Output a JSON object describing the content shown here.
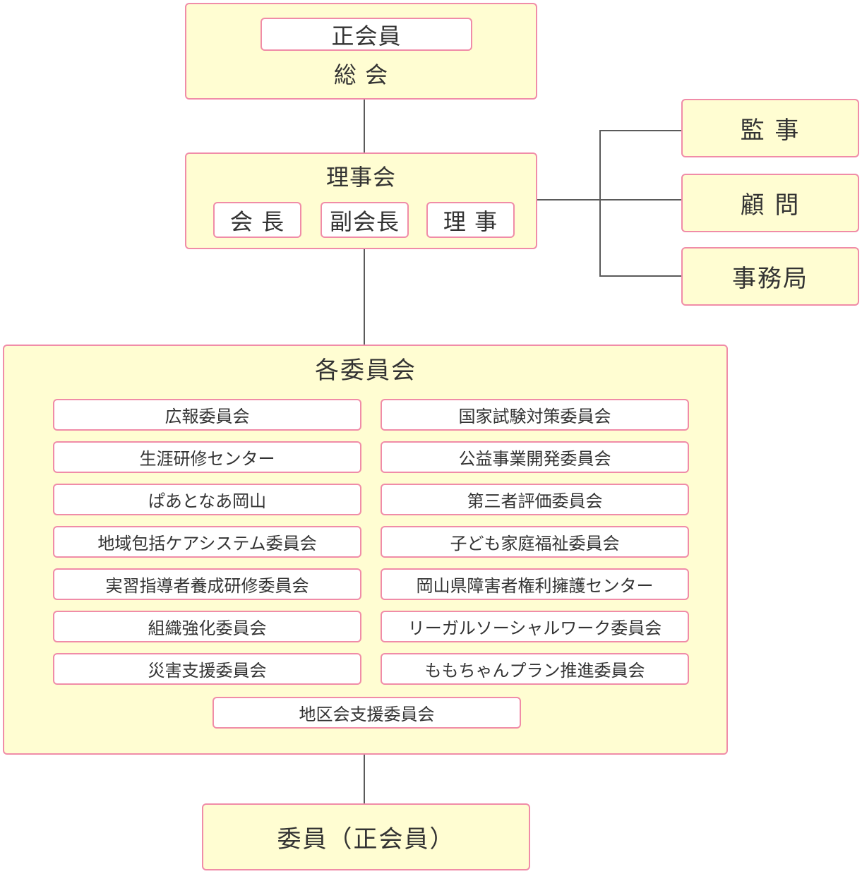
{
  "general_assembly": {
    "member_label": "正会員",
    "title": "総 会"
  },
  "board": {
    "title": "理事会",
    "roles": [
      "会 長",
      "副会長",
      "理 事"
    ]
  },
  "side_offices": [
    "監 事",
    "顧 問",
    "事務局"
  ],
  "committees": {
    "title": "各委員会",
    "left": [
      "広報委員会",
      "生涯研修センター",
      "ぱあとなあ岡山",
      "地域包括ケアシステム委員会",
      "実習指導者養成研修委員会",
      "組織強化委員会",
      "災害支援委員会"
    ],
    "right": [
      "国家試験対策委員会",
      "公益事業開発委員会",
      "第三者評価委員会",
      "子ども家庭福祉委員会",
      "岡山県障害者権利擁護センター",
      "リーガルソーシャルワーク委員会",
      "ももちゃんプラン推進委員会"
    ],
    "bottom": "地区会支援委員会"
  },
  "members": {
    "title": "委員（正会員）"
  },
  "colors": {
    "box_fill": "#fffdd2",
    "box_border": "#f08ca8",
    "connector": "#5a5a5a"
  }
}
